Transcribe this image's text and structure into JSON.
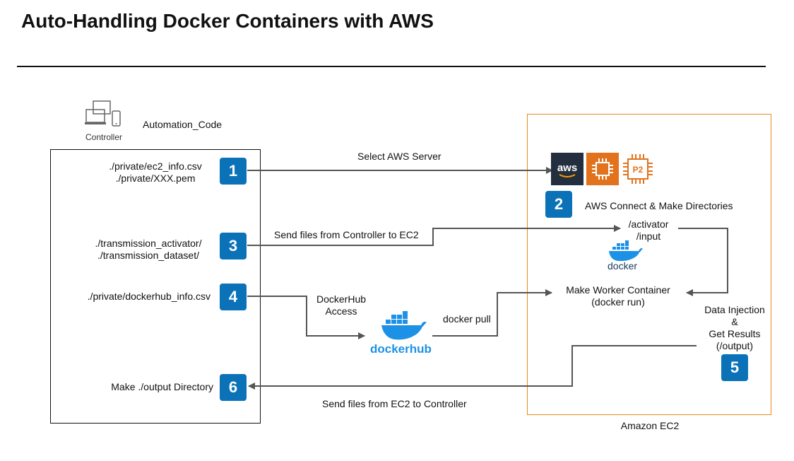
{
  "title": "Auto-Handling Docker Containers with AWS",
  "controller": {
    "icon": "devices-icon",
    "label": "Controller",
    "code_label": "Automation_Code",
    "steps": [
      {
        "num": "1",
        "files": [
          "./private/ec2_info.csv",
          "./private/XXX.pem"
        ]
      },
      {
        "num": "3",
        "files": [
          "./transmission_activator/",
          "./transmission_dataset/"
        ]
      },
      {
        "num": "4",
        "files": [
          "./private/dockerhub_info.csv"
        ]
      },
      {
        "num": "6",
        "files": [
          "Make ./output Directory"
        ]
      }
    ]
  },
  "ec2": {
    "label": "Amazon EC2",
    "icons": {
      "aws": "aws",
      "p2": "P2"
    },
    "step2": {
      "num": "2",
      "text": "AWS Connect & Make Directories"
    },
    "dirs": [
      "/activator",
      "/input"
    ],
    "docker_logo_text": "docker",
    "worker": [
      "Make Worker Container",
      "(docker run)"
    ],
    "step5": {
      "num": "5",
      "text": [
        "Data Injection",
        "&",
        "Get Results",
        "(/output)"
      ]
    }
  },
  "dockerhub": {
    "logo_text": "dockerhub",
    "access_label": [
      "DockerHub",
      "Access"
    ]
  },
  "arrows": {
    "select_server": "Select AWS Server",
    "send_to_ec2": "Send files from Controller to EC2",
    "docker_pull": "docker pull",
    "send_to_controller": "Send files from EC2 to Controller"
  },
  "colors": {
    "badge": "#0b72b8",
    "ec2_border": "#e8891f",
    "aws_dark": "#232f3e",
    "aws_orange": "#e2731c",
    "docker_blue": "#1d91e6",
    "arrow": "#555555"
  }
}
